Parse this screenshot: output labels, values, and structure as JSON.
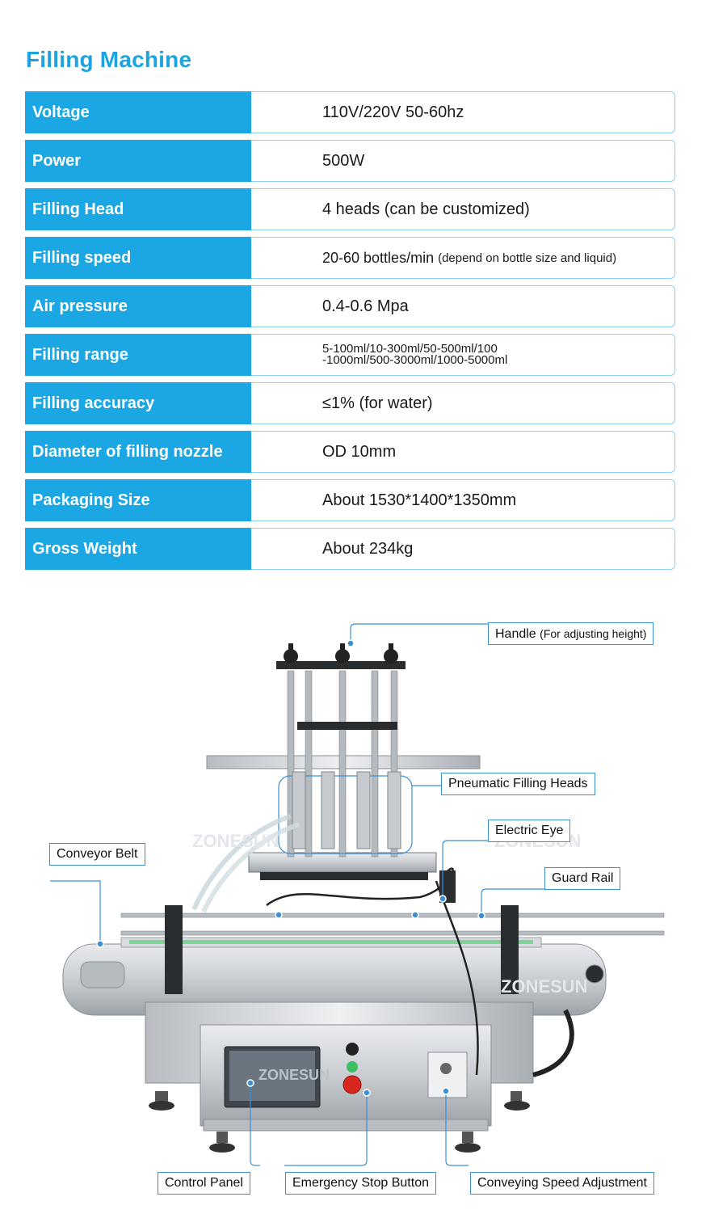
{
  "title": "Filling Machine",
  "specs": [
    {
      "key": "Voltage",
      "value": "110V/220V 50-60hz"
    },
    {
      "key": "Power",
      "value": "500W"
    },
    {
      "key": "Filling Head",
      "value": "4 heads (can be customized)"
    },
    {
      "key": "Filling speed",
      "value": "20-60 bottles/min",
      "note": "(depend on bottle size and liquid)"
    },
    {
      "key": "Air pressure",
      "value": "0.4-0.6 Mpa"
    },
    {
      "key": "Filling range",
      "value": "5-100ml/10-300ml/50-500ml/100",
      "value2": "-1000ml/500-3000ml/1000-5000ml"
    },
    {
      "key": "Filling accuracy",
      "value": "≤1% (for water)"
    },
    {
      "key": "Diameter of filling nozzle",
      "value": "OD 10mm"
    },
    {
      "key": "Packaging Size",
      "value": "About 1530*1400*1350mm"
    },
    {
      "key": "Gross Weight",
      "value": "About 234kg"
    }
  ],
  "labels": {
    "handle": "Handle",
    "handle_note": "(For adjusting height)",
    "pneumatic_heads": "Pneumatic Filling Heads",
    "electric_eye": "Electric Eye",
    "guard_rail": "Guard Rail",
    "conveyor_belt": "Conveyor Belt",
    "control_panel": "Control Panel",
    "emergency_stop": "Emergency Stop Button",
    "speed_adjustment": "Conveying Speed Adjustment"
  },
  "watermark": "ZONESUN",
  "colors": {
    "accent": "#1ba6e4",
    "title": "#1ea3e0",
    "callout": "#3a8fd6"
  }
}
